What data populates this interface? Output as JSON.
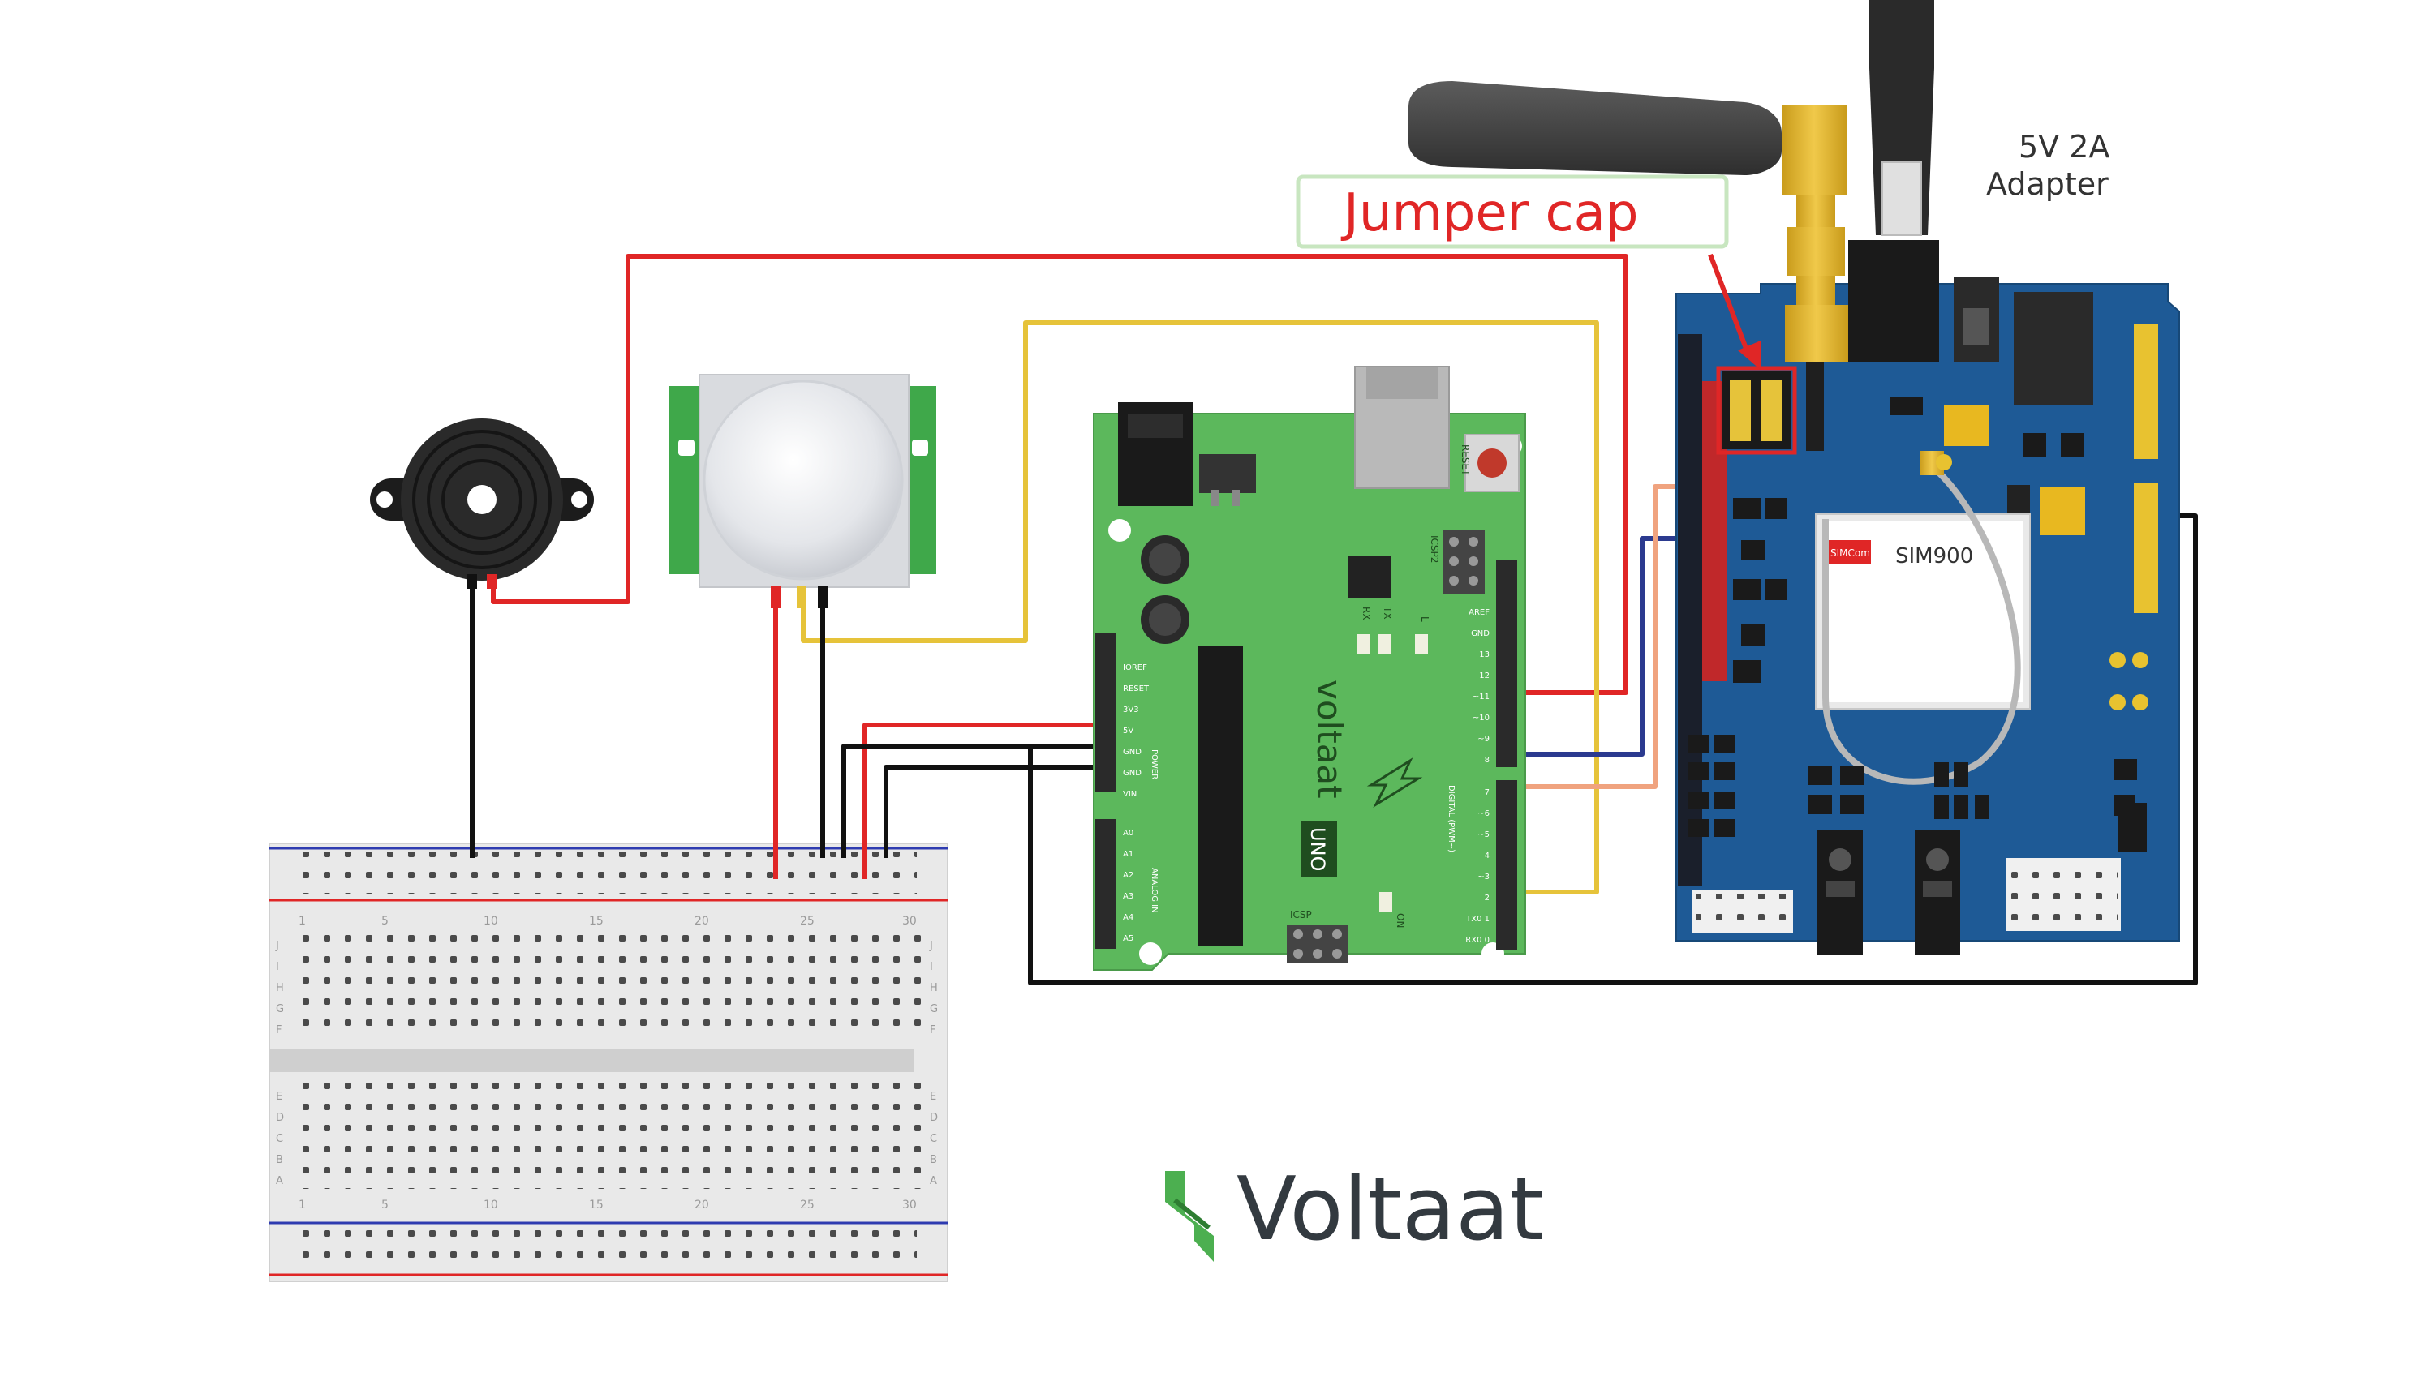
{
  "labels": {
    "jumper_cap": "Jumper cap",
    "adapter_line1": "5V 2A",
    "adapter_line2": "Adapter",
    "sim_module": "SIM900",
    "simcom": "SIMCom",
    "board_brand": "voltaat",
    "board_model": "UNO",
    "logo_text": "Voltaat"
  },
  "arduino": {
    "left_pins": [
      "IOREF",
      "RESET",
      "3V3",
      "5V",
      "GND",
      "GND",
      "VIN"
    ],
    "left_group": "POWER",
    "analog_pins": [
      "A0",
      "A1",
      "A2",
      "A3",
      "A4",
      "A5"
    ],
    "analog_group": "ANALOG IN",
    "right_top": [
      "AREF",
      "GND",
      "13",
      "12",
      "~11",
      "~10",
      "~9",
      "8"
    ],
    "right_bottom": [
      "7",
      "~6",
      "~5",
      "4",
      "~3",
      "2",
      "TX0 1",
      "RX0 0"
    ],
    "digital_group": "DIGITAL (PWM~)",
    "icsp": "ICSP",
    "icsp2": "ICSP2",
    "reset": "RESET",
    "tx": "TX",
    "rx": "RX",
    "l": "L",
    "on": "ON"
  },
  "breadboard": {
    "col_numbers": [
      "1",
      "5",
      "10",
      "15",
      "20",
      "25",
      "30"
    ],
    "row_letters_top": [
      "J",
      "I",
      "H",
      "G",
      "F"
    ],
    "row_letters_bottom": [
      "E",
      "D",
      "C",
      "B",
      "A"
    ]
  },
  "colors": {
    "wire_red": "#e02626",
    "wire_yellow": "#e6c33a",
    "wire_black": "#111111",
    "wire_blue": "#2b3a8f",
    "wire_salmon": "#f0a37f",
    "arduino_green": "#5cb85c",
    "shield_blue": "#1e5a96",
    "jumper_box": "#c8e6c0",
    "jumper_text": "#e02626",
    "logo_dark": "#333a40",
    "logo_green": "#4caf50"
  }
}
